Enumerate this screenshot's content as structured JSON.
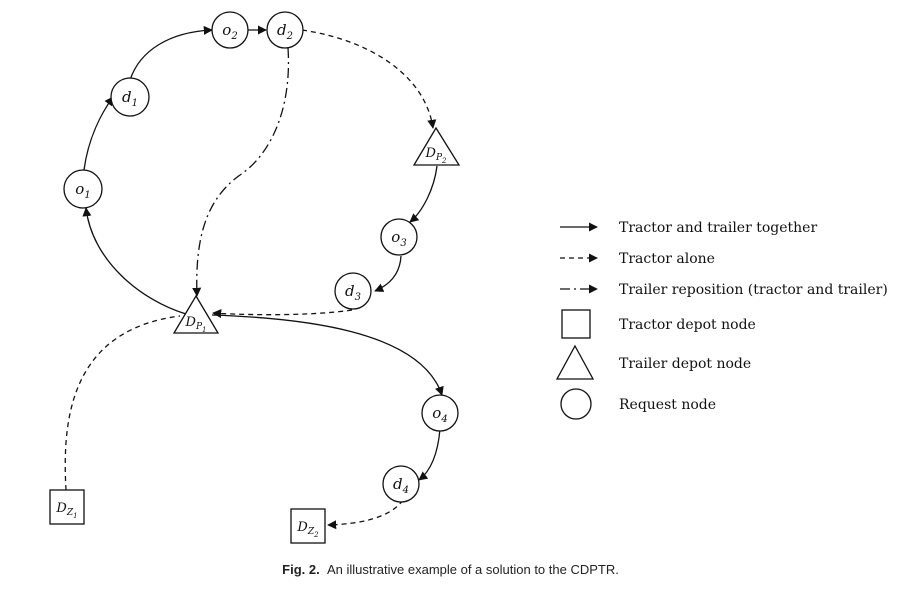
{
  "nodes": {
    "o1": {
      "base": "o",
      "sub": "1"
    },
    "d1": {
      "base": "d",
      "sub": "1"
    },
    "o2": {
      "base": "o",
      "sub": "2"
    },
    "d2": {
      "base": "d",
      "sub": "2"
    },
    "o3": {
      "base": "o",
      "sub": "3"
    },
    "d3": {
      "base": "d",
      "sub": "3"
    },
    "o4": {
      "base": "o",
      "sub": "4"
    },
    "d4": {
      "base": "d",
      "sub": "4"
    },
    "dp1": {
      "base": "D",
      "sub": "P",
      "subsub": "1"
    },
    "dp2": {
      "base": "D",
      "sub": "P",
      "subsub": "2"
    },
    "dz1": {
      "base": "D",
      "sub": "Z",
      "subsub": "1"
    },
    "dz2": {
      "base": "D",
      "sub": "Z",
      "subsub": "2"
    }
  },
  "legend": {
    "together": "Tractor and trailer together",
    "alone": "Tractor alone",
    "reposition": "Trailer reposition (tractor and trailer)",
    "tractor_depot": "Tractor depot node",
    "trailer_depot": "Trailer depot node",
    "request": "Request node"
  },
  "caption": {
    "label": "Fig. 2.",
    "text": "An illustrative example of a solution to the CDPTR."
  }
}
